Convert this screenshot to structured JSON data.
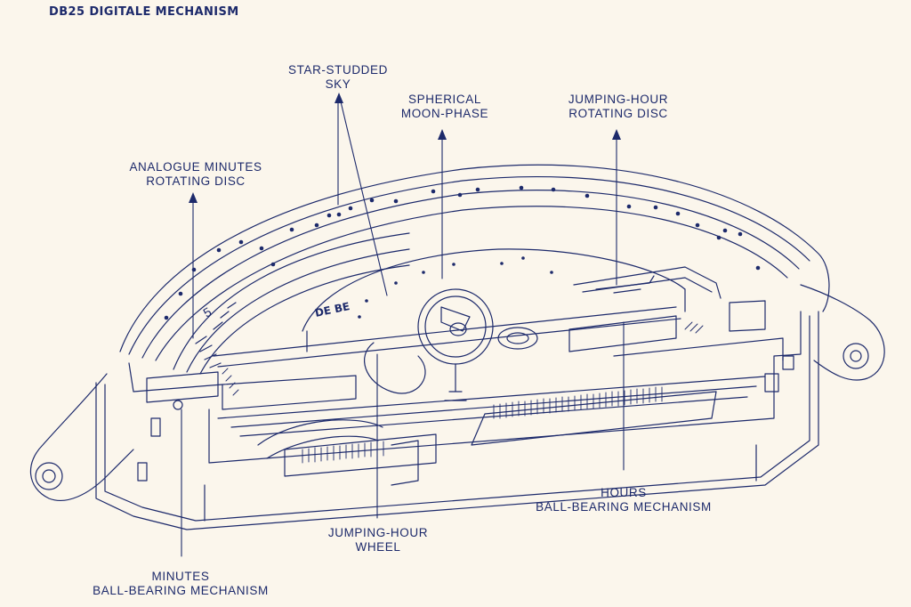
{
  "title": "DB25 DIGITALE MECHANISM",
  "labels": {
    "star_sky": {
      "line1": "STAR-STUDDED",
      "line2": "SKY"
    },
    "moon_phase": {
      "line1": "SPHERICAL",
      "line2": "MOON-PHASE"
    },
    "jumping_disc": {
      "line1": "JUMPING-HOUR",
      "line2": "ROTATING DISC"
    },
    "analogue_minutes": {
      "line1": "ANALOGUE MINUTES",
      "line2": "ROTATING DISC"
    },
    "hours_bearing": {
      "line1": "HOURS",
      "line2": "BALL-BEARING MECHANISM"
    },
    "jumping_wheel": {
      "line1": "JUMPING-HOUR",
      "line2": "WHEEL"
    },
    "minutes_bearing": {
      "line1": "MINUTES",
      "line2": "BALL-BEARING MECHANISM"
    }
  },
  "dial_text": {
    "brand": "DE BE",
    "minute_digit": "5"
  },
  "colors": {
    "ink": "#1d2a6b",
    "paper": "#fbf6ec"
  }
}
